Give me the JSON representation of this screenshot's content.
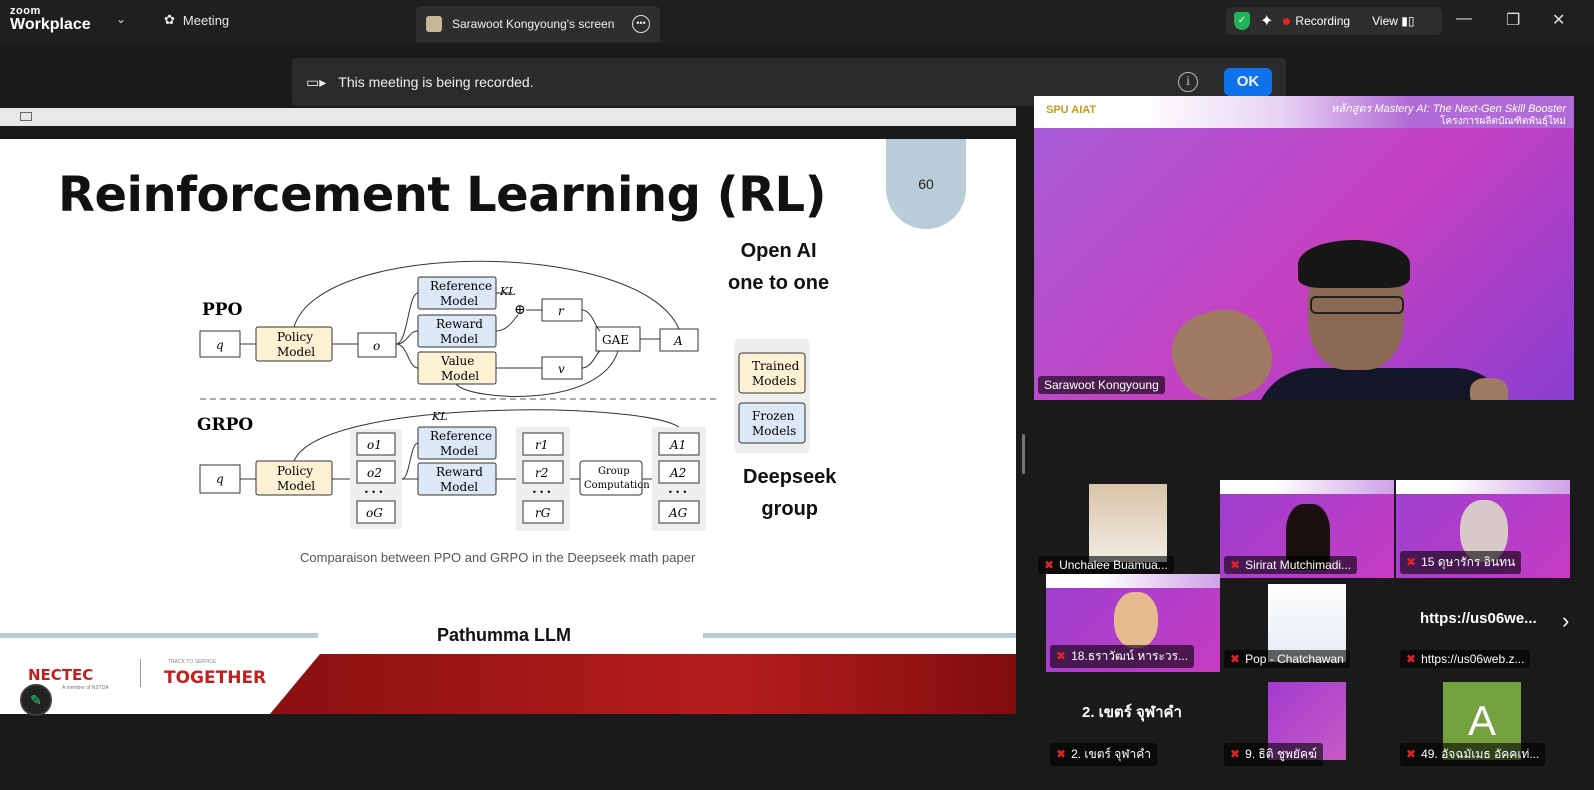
{
  "titlebar": {
    "brand_top": "zoom",
    "brand_bottom": "Workplace",
    "meeting_label": "Meeting",
    "share_tab_title": "Sarawoot Kongyoung's screen",
    "recording_label": "Recording",
    "view_label": "View"
  },
  "banner": {
    "message": "This meeting is being recorded.",
    "ok_label": "OK"
  },
  "slide": {
    "title": "Reinforcement Learning (RL)",
    "page_number": "60",
    "open_ai_line1": "Open AI",
    "open_ai_line2": "one to one",
    "deepseek_line1": "Deepseek",
    "deepseek_line2": "group",
    "caption": "Comparaison between PPO and GRPO in the Deepseek math paper",
    "footer_title": "Pathumma LLM",
    "footer_logo_left": "NECTEC",
    "footer_logo_left_sub": "A member of NSTDA",
    "footer_logo_right": "TOGETHER",
    "footer_logo_right_tag": "TRACK TO SERVICE",
    "diagram": {
      "ppo_label": "PPO",
      "grpo_label": "GRPO",
      "q": "q",
      "policy_model": [
        "Policy",
        "Model"
      ],
      "o": "o",
      "reference_model": [
        "Reference",
        "Model"
      ],
      "reward_model": [
        "Reward",
        "Model"
      ],
      "value_model": [
        "Value",
        "Model"
      ],
      "kl": "KL",
      "plus": "⊕",
      "r": "r",
      "v": "v",
      "gae": "GAE",
      "A": "A",
      "o_items": [
        "o1",
        "o2",
        "oG"
      ],
      "r_items": [
        "r1",
        "r2",
        "rG"
      ],
      "a_items": [
        "A1",
        "A2",
        "AG"
      ],
      "dots": "• • •",
      "group_computation": [
        "Group",
        "Computation"
      ],
      "legend_trained": [
        "Trained",
        "Models"
      ],
      "legend_frozen": [
        "Frozen",
        "Models"
      ]
    }
  },
  "speaker": {
    "name": "Sarawoot Kongyoung",
    "header_line1": "หลักสูตร Mastery AI: The Next-Gen Skill Booster",
    "header_line2": "โครงการผลิตบัณฑิตพันธุ์ใหม่",
    "header_logos": "SPU AIAT"
  },
  "participants": [
    {
      "name": "Unchalee Buamua..."
    },
    {
      "name": "Sirirat Mutchimadi..."
    },
    {
      "name": "15 ดุษารักร อินทน"
    },
    {
      "name": "18.ธราวัฒน์ หาระวร..."
    },
    {
      "name": "Pop - Chatchawan"
    },
    {
      "name": "https://us06web.z...",
      "display": "https://us06we..."
    },
    {
      "name": "2. เขตร์ จุฬาคำ",
      "display": "2. เขตร์ จุฬาคำ"
    },
    {
      "name": "9. ธิติ ชูพยัคฆ์"
    },
    {
      "name": "49. อัจฉมัเมธ อัคคเท่...",
      "avatar_letter": "A"
    }
  ],
  "colors": {
    "accent_blue": "#0e72ed",
    "recording_red": "#e02424",
    "shield_green": "#1fb45a",
    "trained_fill": "#fdf1d3",
    "frozen_fill": "#dce8f6",
    "avatar_green": "#74a23e"
  }
}
